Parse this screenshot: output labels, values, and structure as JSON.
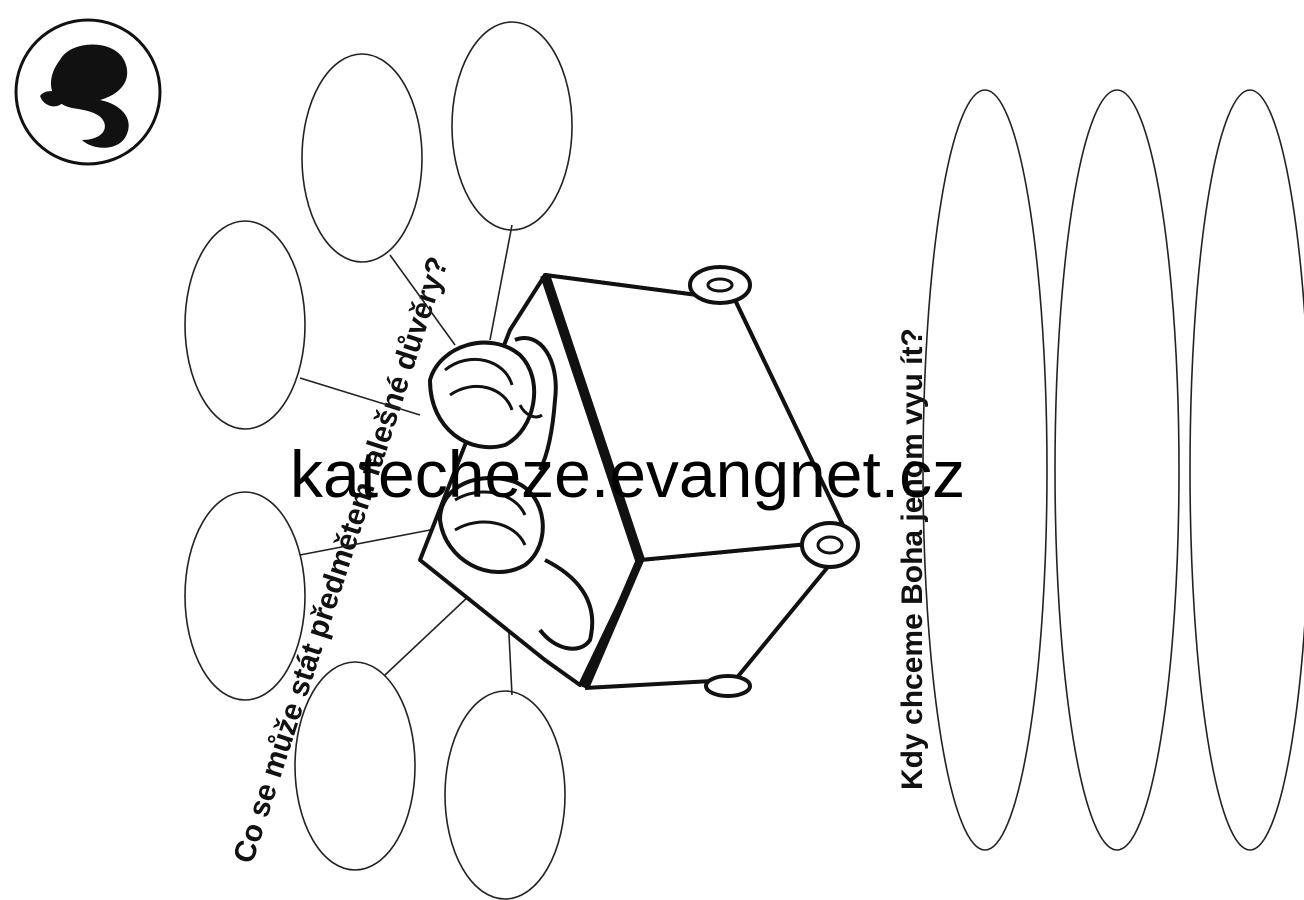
{
  "worksheet": {
    "question_left": "Co se může stát předmětem falešné důvěry?",
    "question_right": "Kdy chceme Boha jenom vyu ít?",
    "watermark": "katecheze.evangnet.cz",
    "logo_icon": "stylized-s-logo-icon",
    "illustration_icon": "person-on-bed-icon"
  }
}
